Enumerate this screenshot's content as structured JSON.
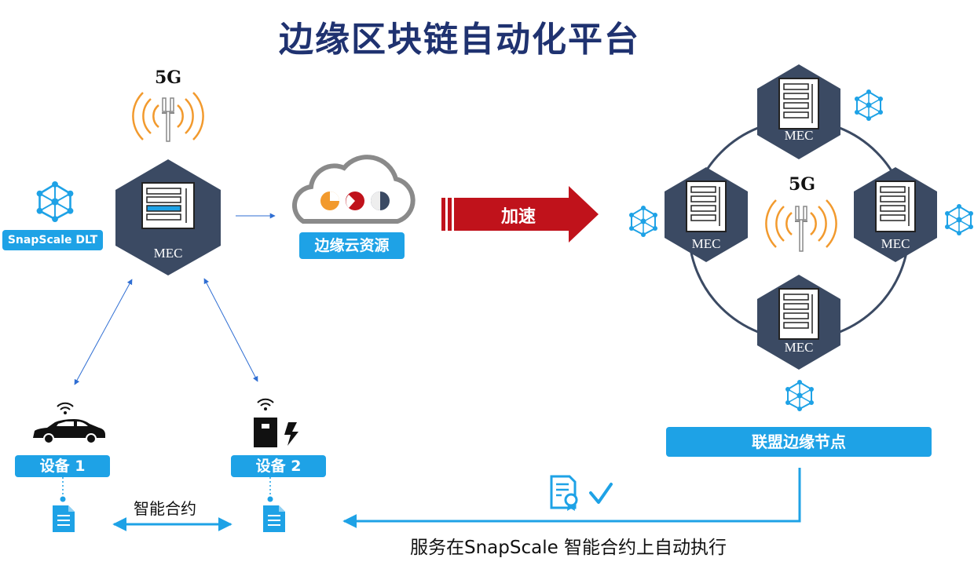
{
  "title": "边缘区块链自动化平台",
  "left": {
    "tower_label": "5G",
    "mec_label": "MEC",
    "dlt_label": "SnapScale DLT",
    "cloud_label": "边缘云资源",
    "device1_label": "设备 1",
    "device2_label": "设备 2",
    "contract_label": "智能合约"
  },
  "arrow": {
    "label": "加速"
  },
  "right": {
    "tower_label": "5G",
    "mec_top": "MEC",
    "mec_left": "MEC",
    "mec_right": "MEC",
    "mec_bottom": "MEC",
    "nodes_label": "联盟边缘节点"
  },
  "footer": {
    "execution_text": "服务在SnapScale 智能合约上自动执行"
  },
  "colors": {
    "title": "#1f3270",
    "hex": "#3b4a63",
    "accent_blue": "#1ea2e6",
    "accel_red": "#c0121b",
    "signal_orange": "#f29a2e"
  }
}
